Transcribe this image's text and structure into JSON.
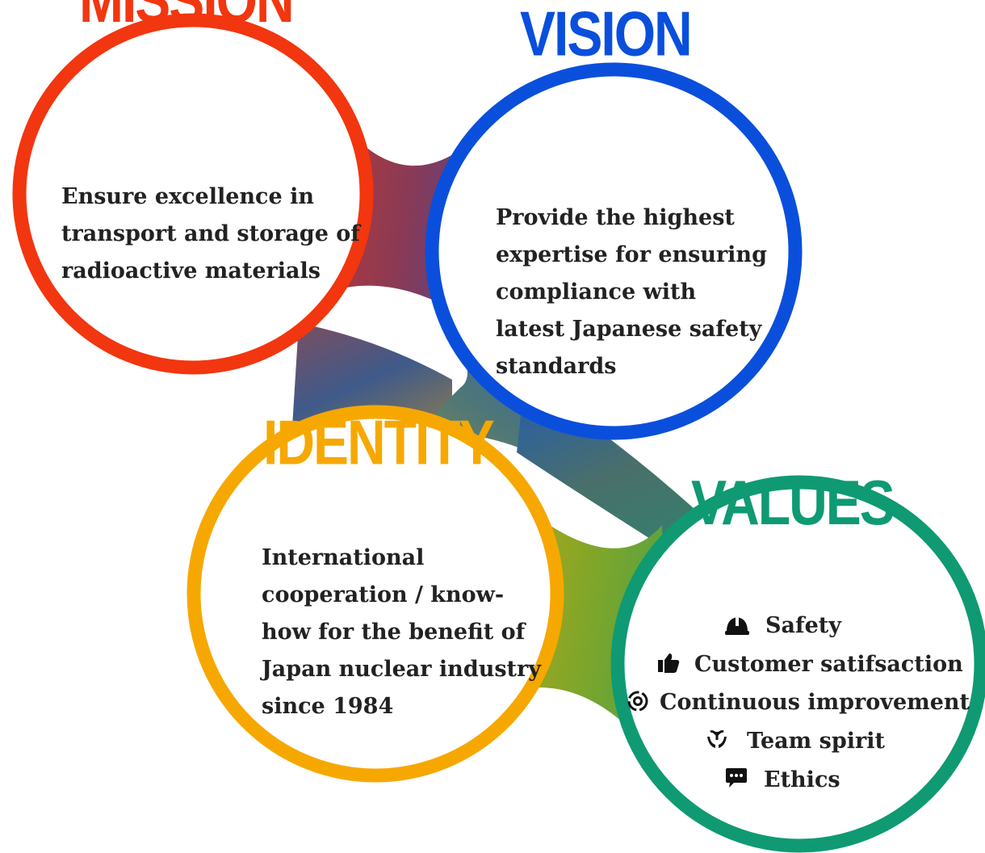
{
  "colors": {
    "mission": "#f2360f",
    "vision": "#0a4fdc",
    "identity": "#f6a800",
    "values": "#0f9a73",
    "text": "#222222",
    "icon": "#111111"
  },
  "mission": {
    "title": "MISSION",
    "lines": [
      "Ensure excellence in",
      "transport and storage of",
      "radioactive materials"
    ]
  },
  "vision": {
    "title": "VISION",
    "lines": [
      "Provide the highest",
      "expertise for ensuring",
      "compliance with",
      "latest Japanese safety",
      "standards"
    ]
  },
  "identity": {
    "title": "IDENTITY",
    "lines": [
      "International",
      "cooperation / know-",
      "how for the benefit of",
      "Japan nuclear industry",
      "since 1984"
    ]
  },
  "values": {
    "title": "VALUES",
    "items": [
      {
        "label": "Safety",
        "icon": "hard-hat-icon"
      },
      {
        "label": "Customer satifsaction",
        "icon": "thumbs-up-icon"
      },
      {
        "label": "Continuous improvement",
        "icon": "cycle-gear-icon"
      },
      {
        "label": "Team spirit",
        "icon": "hands-sprout-icon"
      },
      {
        "label": "Ethics",
        "icon": "speech-bubble-icon"
      }
    ]
  }
}
